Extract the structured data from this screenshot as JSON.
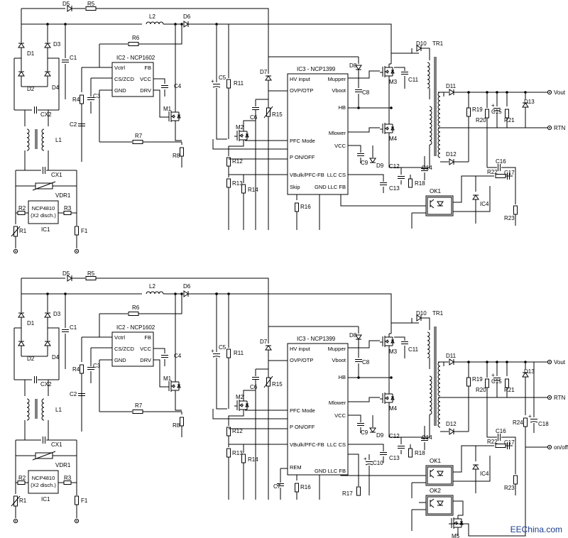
{
  "watermark": "EEChina.com",
  "circuits": [
    {
      "id": "top",
      "labels": {
        "D5": "D5",
        "R5": "R5",
        "L2": "L2",
        "D6": "D6",
        "D1": "D1",
        "D3": "D3",
        "D2": "D2",
        "D4": "D4",
        "C1": "C1",
        "R6": "R6",
        "R4": "R4",
        "C3": "C3",
        "C2": "C2",
        "C4": "C4",
        "M1": "M1",
        "R7": "R7",
        "R8": "R8",
        "C5": "C5",
        "R11": "R11",
        "D7": "D7",
        "C6": "C6",
        "R15": "R15",
        "M2": "M2",
        "R12": "R12",
        "R13": "R13",
        "R14": "R14",
        "R16": "R16",
        "D8": "D8",
        "C8": "C8",
        "M3": "M3",
        "C11": "C11",
        "M4": "M4",
        "C9": "C9",
        "D9": "D9",
        "C12": "C12",
        "C13": "C13",
        "R18": "R18",
        "C14": "C14",
        "D10": "D10",
        "TR1": "TR1",
        "D11": "D11",
        "D12": "D12",
        "R19": "R19",
        "C15": "C15",
        "R20": "R20",
        "R21": "R21",
        "D13": "D13",
        "C16": "C16",
        "R22": "R22",
        "C17": "C17",
        "OK1": "OK1",
        "IC4": "IC4",
        "R23": "R23",
        "CX2": "CX2",
        "L1": "L1",
        "CX1": "CX1",
        "VDR1": "VDR1",
        "R2": "R2",
        "R3": "R3",
        "R1": "R1",
        "F1": "F1",
        "IC1": "IC1",
        "Vout": "Vout",
        "RTN": "RTN"
      },
      "ic1": {
        "name": "NCP4810",
        "sub": "(X2 disch.)"
      },
      "ic2": {
        "title": "IC2 - NCP1602",
        "pins": {
          "vctrl": "Vctrl",
          "cszcd": "CS/ZCD",
          "gnd": "GND",
          "fb": "FB",
          "vcc": "VCC",
          "drv": "DRV"
        }
      },
      "ic3": {
        "title": "IC3 - NCP1399",
        "pins": {
          "hv": "HV input",
          "ovp": "OVP/OTP",
          "pfc": "PFC Mode",
          "onoff": "P ON/OFF",
          "vbulk": "VBulk/PFC-FB",
          "skip": "Skip",
          "mupper": "Mupper",
          "vboot": "Vboot",
          "hb": "HB",
          "mlower": "Mlower",
          "vcc": "VCC",
          "llccs": "LLC CS",
          "gnd": "GND",
          "llcfb": "LLC FB"
        }
      }
    },
    {
      "id": "bottom",
      "labels": {
        "D5": "D5",
        "R5": "R5",
        "L2": "L2",
        "D6": "D6",
        "D1": "D1",
        "D3": "D3",
        "D2": "D2",
        "D4": "D4",
        "C1": "C1",
        "R6": "R6",
        "R4": "R4",
        "C3": "C3",
        "C2": "C2",
        "C4": "C4",
        "M1": "M1",
        "R7": "R7",
        "R8": "R8",
        "C5": "C5",
        "R11": "R11",
        "D7": "D7",
        "C6": "C6",
        "R15": "R15",
        "M2": "M2",
        "R12": "R12",
        "R13": "R13",
        "R14": "R14",
        "R16": "R16",
        "C7": "C7",
        "R17": "R17",
        "C10": "C10",
        "D8": "D8",
        "C8": "C8",
        "M3": "M3",
        "C11": "C11",
        "M4": "M4",
        "C9": "C9",
        "D9": "D9",
        "C12": "C12",
        "C13": "C13",
        "R18": "R18",
        "C14": "C14",
        "D10": "D10",
        "TR1": "TR1",
        "D11": "D11",
        "D12": "D12",
        "R19": "R19",
        "C15": "C15",
        "R20": "R20",
        "R21": "R21",
        "D13": "D13",
        "C16": "C16",
        "R22": "R22",
        "C17": "C17",
        "R24": "R24",
        "C18": "C18",
        "OK1": "OK1",
        "OK2": "OK2",
        "IC4": "IC4",
        "R23": "R23",
        "M5": "M5",
        "CX2": "CX2",
        "L1": "L1",
        "CX1": "CX1",
        "VDR1": "VDR1",
        "R2": "R2",
        "R3": "R3",
        "R1": "R1",
        "F1": "F1",
        "IC1": "IC1",
        "Vout": "Vout",
        "RTN": "RTN",
        "onoff": "on/off"
      },
      "ic1": {
        "name": "NCP4810",
        "sub": "(X2 disch.)"
      },
      "ic2": {
        "title": "IC2 - NCP1602",
        "pins": {
          "vctrl": "Vctrl",
          "cszcd": "CS/ZCD",
          "gnd": "GND",
          "fb": "FB",
          "vcc": "VCC",
          "drv": "DRV"
        }
      },
      "ic3": {
        "title": "IC3 - NCP1399",
        "pins": {
          "hv": "HV input",
          "ovp": "OVP/OTP",
          "pfc": "PFC Mode",
          "onoff": "P ON/OFF",
          "vbulk": "VBulk/PFC-FB",
          "rem": "REM",
          "mupper": "Mupper",
          "vboot": "Vboot",
          "hb": "HB",
          "mlower": "Mlower",
          "vcc": "VCC",
          "llccs": "LLC CS",
          "gnd": "GND",
          "llcfb": "LLC FB"
        }
      }
    }
  ]
}
